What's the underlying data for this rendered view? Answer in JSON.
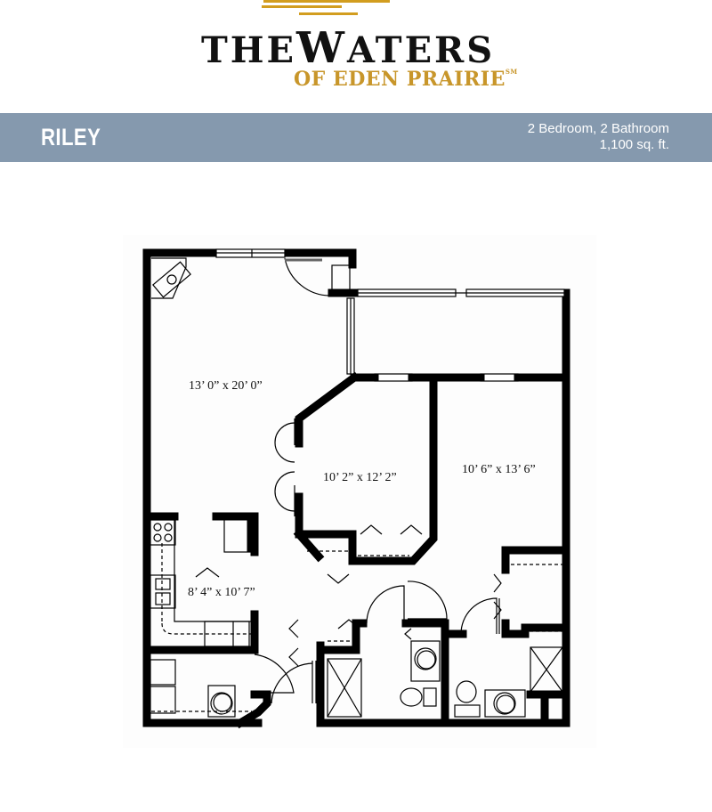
{
  "brand": {
    "line1_prefix": "THE",
    "line1_big": "W",
    "line1_rest": "ATERS",
    "line2": "OF EDEN PRAIRIE",
    "mark": "SM",
    "accent_color": "#c8962a"
  },
  "banner": {
    "title": "RILEY",
    "bedrooms_baths": "2 Bedroom, 2 Bathroom",
    "area": "1,100 sq. ft.",
    "background_color": "#8599ae"
  },
  "floorplan": {
    "rooms": [
      {
        "name": "living-room",
        "dimensions": "13’ 0” x 20’ 0”"
      },
      {
        "name": "bedroom-2",
        "dimensions": "10’ 2” x 12’ 2”"
      },
      {
        "name": "master-bedroom",
        "dimensions": "10’ 6” x 13’ 6”"
      },
      {
        "name": "kitchen",
        "dimensions": "8’ 4” x 10’ 7”"
      }
    ]
  }
}
